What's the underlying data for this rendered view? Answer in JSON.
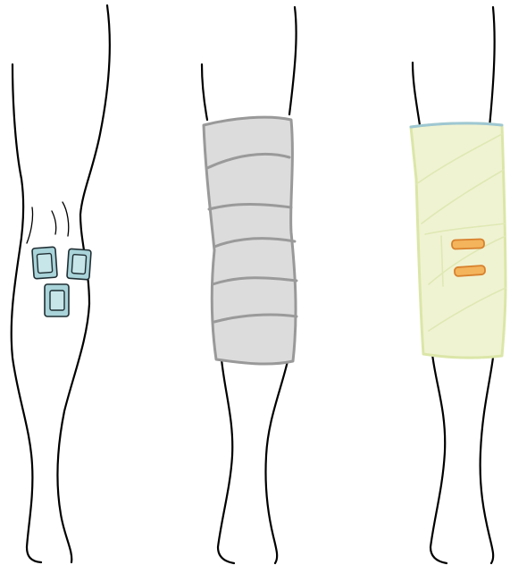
{
  "colors": {
    "background": "#ffffff",
    "outline": "#000000",
    "electrode_fill": "#a9d4d9",
    "electrode_border": "#1f2e33",
    "bandage_fill": "#dcdcdc",
    "bandage_edge": "#999999",
    "splint_fill": "#f0f3d2",
    "splint_edge": "#dbe6a8",
    "splint_top_edge": "#9ec7d2",
    "strap_fill": "#f3b45c",
    "strap_edge": "#d8812d"
  },
  "panels": [
    {
      "name": "leg-with-electrodes",
      "electrode_count": 3
    },
    {
      "name": "leg-with-compression-bandage",
      "wrap_count": 6
    },
    {
      "name": "leg-with-splint",
      "strap_count": 2
    }
  ]
}
